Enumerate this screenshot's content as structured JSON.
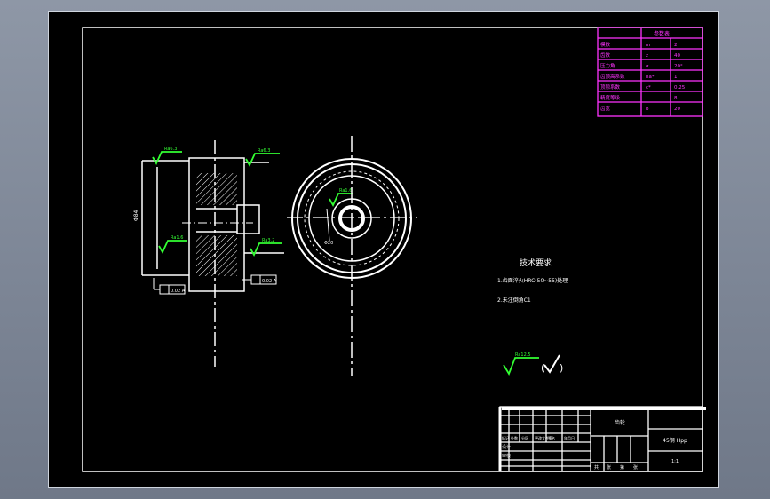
{
  "colors": {
    "background": "#000000",
    "frame": "#ffffff",
    "table_magenta": "#ff33ff",
    "roughness_green": "#33ff33",
    "dimension_white": "#ffffff"
  },
  "params_table": {
    "header": "参数表",
    "rows": [
      {
        "label": "模数",
        "code": "m",
        "value": "2"
      },
      {
        "label": "齿数",
        "code": "z",
        "value": "40"
      },
      {
        "label": "压力角",
        "code": "α",
        "value": "20°"
      },
      {
        "label": "齿顶高系数",
        "code": "ha*",
        "value": "1"
      },
      {
        "label": "顶隙系数",
        "code": "c*",
        "value": "0.25"
      },
      {
        "label": "精度等级",
        "code": "",
        "value": "8"
      },
      {
        "label": "齿宽",
        "code": "b",
        "value": "20"
      }
    ]
  },
  "roughness_marks": {
    "top_left": "Ra6.3",
    "top_right": "Ra6.3",
    "mid_left": "Ra1.6",
    "mid_right": "Ra3.2",
    "bore": "Ra1.6",
    "general": "Ra12.5"
  },
  "dimensions": {
    "outer_height": "Φ84",
    "bore_small": "Φ20",
    "tolerance_left": "0.02 A",
    "tolerance_right": "0.02 A"
  },
  "tech_requirements": {
    "title": "技术要求",
    "items": [
      "1.齿面淬火HRC(50~55)处理",
      "2.未注倒角C1"
    ]
  },
  "title_block": {
    "part_name": "齿轮",
    "material": "45钢 Hpp",
    "scale": "1:1",
    "designer": "设计",
    "checker": "审核",
    "labels": [
      "标记",
      "处数",
      "分区",
      "更改文件号",
      "签名",
      "年月日"
    ],
    "footer": [
      "共",
      "张",
      "第",
      "张"
    ]
  }
}
